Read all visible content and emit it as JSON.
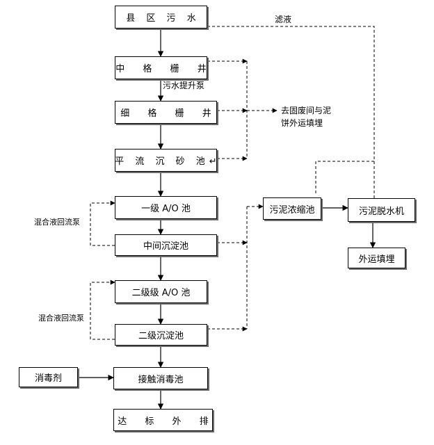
{
  "nodes": {
    "county_sewage": "县 区 污 水",
    "medium_grid": "中 格 栅 井",
    "fine_grid": "细 格 栅 井",
    "grit_chamber": "平 流 沉 砂 池↵",
    "ao1": "一级 A/O 池",
    "mid_settling": "中间沉淀池",
    "ao2": "二级级 A/O 池",
    "second_settling": "二级沉淀池",
    "contact_disinfection": "接触消毒池",
    "discharge": "达 标 外 排",
    "sludge_thickener": "污泥浓缩池",
    "sludge_dewater": "污泥脱水机",
    "landfill": "外运填埋",
    "disinfectant": "消毒剂"
  },
  "labels": {
    "filtrate": "滤液",
    "lift_pump": "污水提升泵",
    "solid_waste_line1": "去固废间与泥",
    "solid_waste_line2": "饼外运填埋",
    "return_pump_1": "混合液回流泵",
    "return_pump_2": "混合液回流泵"
  }
}
